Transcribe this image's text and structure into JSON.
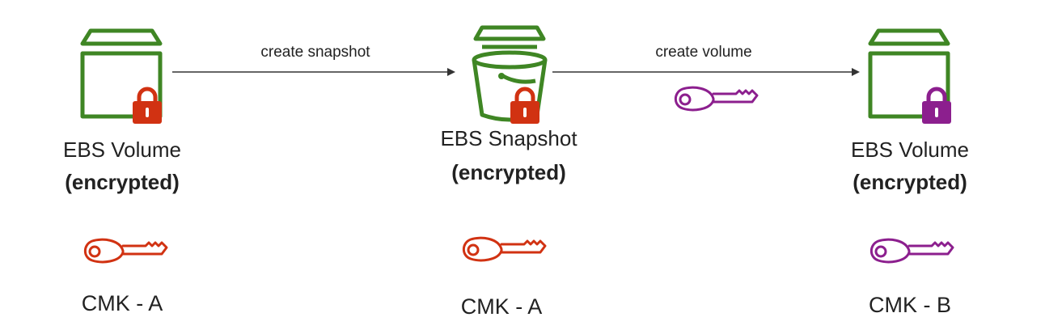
{
  "colors": {
    "volume_green": "#3f8624",
    "lock_red": "#d13212",
    "lock_purple": "#8c1f8e",
    "key_red": "#d13212",
    "key_purple": "#8c1f8e",
    "arrow": "#333333",
    "text": "#222222"
  },
  "nodes": [
    {
      "title": "EBS Volume",
      "subtitle": "(encrypted)",
      "icon": "ebs-volume-icon",
      "lock": "lock-icon-red",
      "key_label": "CMK - A",
      "key": "key-icon-red"
    },
    {
      "title": "EBS Snapshot",
      "subtitle": "(encrypted)",
      "icon": "ebs-snapshot-bucket-icon",
      "lock": "lock-icon-red",
      "key_label": "CMK - A",
      "key": "key-icon-red"
    },
    {
      "title": "EBS Volume",
      "subtitle": "(encrypted)",
      "icon": "ebs-volume-icon",
      "lock": "lock-icon-purple",
      "key_label": "CMK - B",
      "key": "key-icon-purple"
    }
  ],
  "edges": [
    {
      "label": "create snapshot"
    },
    {
      "label": "create volume",
      "key": "key-icon-purple"
    }
  ]
}
